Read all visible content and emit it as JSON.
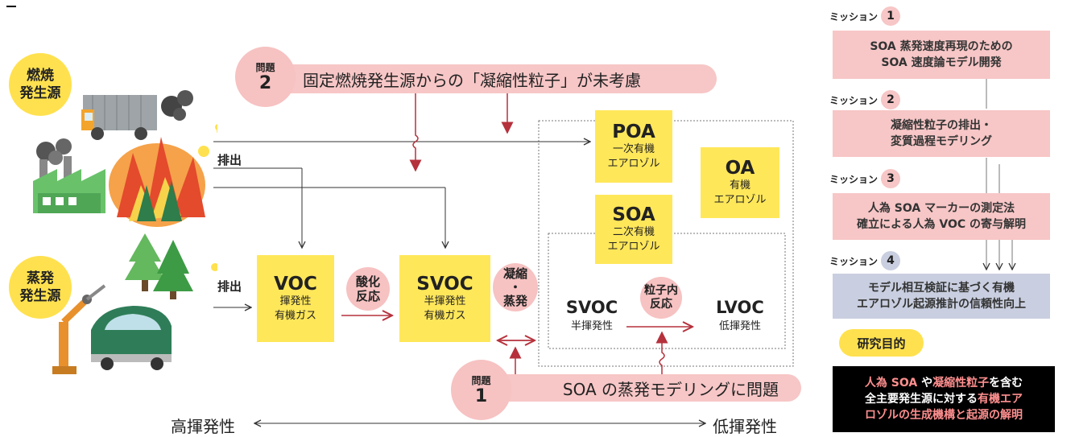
{
  "sources": {
    "combustion": [
      "燃焼",
      "発生源"
    ],
    "evaporation": [
      "蒸発",
      "発生源"
    ],
    "emission_label": "排出"
  },
  "problem2": {
    "tag": "問題",
    "num": "2",
    "text": "固定燃焼発生源からの「凝縮性粒子」が未考慮"
  },
  "problem1": {
    "tag": "問題",
    "num": "1",
    "text": "SOA の蒸発モデリングに問題"
  },
  "boxes": {
    "poa": {
      "title": "POA",
      "sub": [
        "一次有機",
        "エアロゾル"
      ]
    },
    "oa": {
      "title": "OA",
      "sub": [
        "有機",
        "エアロゾル"
      ]
    },
    "soa": {
      "title": "SOA",
      "sub": [
        "二次有機",
        "エアロゾル"
      ]
    },
    "voc": {
      "title": "VOC",
      "sub": [
        "揮発性",
        "有機ガス"
      ]
    },
    "svoc": {
      "title": "SVOC",
      "sub": [
        "半揮発性",
        "有機ガス"
      ]
    }
  },
  "processes": {
    "oxidation": [
      "酸化",
      "反応"
    ],
    "condense": [
      "凝縮",
      "・",
      "蒸発"
    ],
    "intraparticle": [
      "粒子内",
      "反応"
    ]
  },
  "inner": {
    "svoc": {
      "title": "SVOC",
      "sub": "半揮発性"
    },
    "lvoc": {
      "title": "LVOC",
      "sub": "低揮発性"
    }
  },
  "volatility": {
    "high": "高揮発性",
    "low": "低揮発性"
  },
  "missions": [
    {
      "label": "ミッション",
      "num": "1",
      "lines": [
        "SOA 蒸発速度再現のための",
        "SOA 速度論モデル開発"
      ]
    },
    {
      "label": "ミッション",
      "num": "2",
      "lines": [
        "凝縮性粒子の排出・",
        "変質過程モデリング"
      ]
    },
    {
      "label": "ミッション",
      "num": "3",
      "lines": [
        "人為 SOA マーカーの測定法",
        "確立による人為 VOC の寄与解明"
      ]
    },
    {
      "label": "ミッション",
      "num": "4",
      "lines": [
        "モデル相互検証に基づく有機",
        "エアロゾル起源推計の信頼性向上"
      ]
    }
  ],
  "goal": {
    "label": "研究目的",
    "line1": [
      "人為 SOA",
      " や",
      "凝縮性粒子",
      "を含む"
    ],
    "line2": [
      "全主要発生源に対する",
      "有機エア"
    ],
    "line3": [
      "ロゾルの生成機構と起源の解明"
    ]
  },
  "colors": {
    "yellow": "#ffe75a",
    "pink": "#f7c6c6",
    "red_arrow": "#b5313c",
    "mission4": "#c9cfe0"
  }
}
